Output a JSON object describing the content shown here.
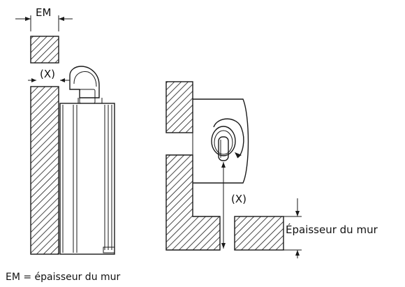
{
  "labels": {
    "em_top": "EM",
    "x_left": "(X)",
    "x_right": "(X)",
    "wall_thickness": "Épaisseur du mur",
    "caption": "EM = épaisseur du mur"
  }
}
